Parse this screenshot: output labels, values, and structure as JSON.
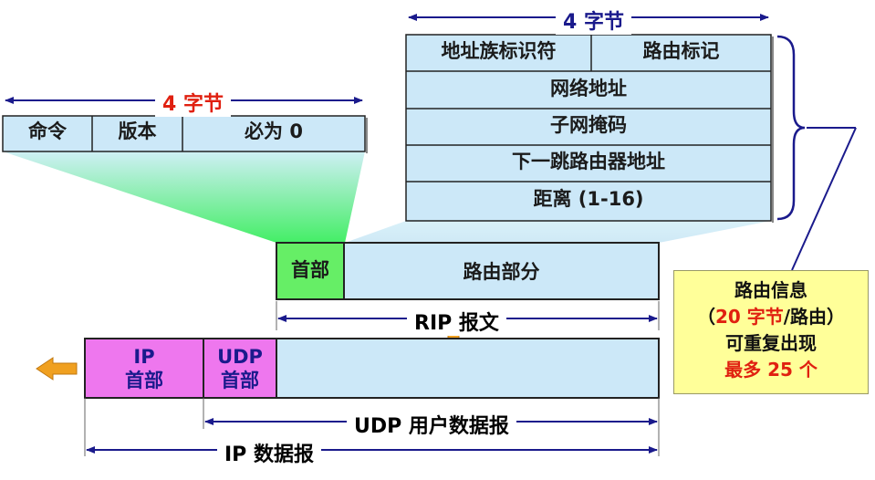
{
  "rip_entry": {
    "width_label_num": "4",
    "width_label_unit": "字节",
    "row1": [
      "地址族标识符",
      "路由标记"
    ],
    "fields": [
      "网络地址",
      "子网掩码",
      "下一跳路由器地址",
      "距离 (1-16)"
    ]
  },
  "rip_header": {
    "width_label_num": "4",
    "width_label_unit": "字节",
    "fields": [
      "命令",
      "版本",
      "必为 0"
    ]
  },
  "rip_message": {
    "header_label": "首部",
    "routing_label": "路由部分",
    "span_label": "RIP 报文"
  },
  "udp_datagram": {
    "ip_header_line1": "IP",
    "ip_header_line2": "首部",
    "udp_header_line1": "UDP",
    "udp_header_line2": "首部",
    "udp_span_label": "UDP 用户数据报",
    "ip_span_label": "IP 数据报"
  },
  "route_info": {
    "line1": "路由信息",
    "line2_open": "（",
    "line2_red": "20 字节",
    "line2_rest": "/路由）",
    "line3": "可重复出现",
    "line4": "最多 25 个"
  },
  "colors": {
    "box_fill": "#cce8f8",
    "green_fill": "#66ee66",
    "magenta_fill": "#ee77ee",
    "note_fill": "#ffff99",
    "accent_red": "#e02010",
    "arrow_blue": "#1a1a8c",
    "arrow_orange": "#f0a020"
  }
}
